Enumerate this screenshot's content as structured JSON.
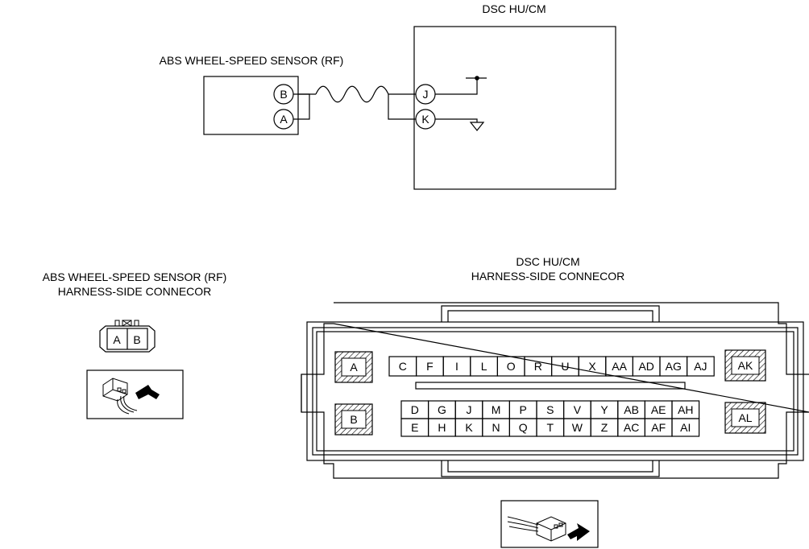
{
  "schematic": {
    "module_title": "DSC HU/CM",
    "sensor_title": "ABS WHEEL-SPEED SENSOR (RF)",
    "sensor_pins": [
      "B",
      "A"
    ],
    "module_pins": [
      "J",
      "K"
    ]
  },
  "sensor_connector": {
    "title_line1": "ABS WHEEL-SPEED SENSOR (RF)",
    "title_line2": "HARNESS-SIDE CONNECOR",
    "cells": [
      "A",
      "B"
    ]
  },
  "module_connector": {
    "title_line1": "DSC HU/CM",
    "title_line2": "HARNESS-SIDE CONNECOR",
    "big_pins": [
      "A",
      "B",
      "AK",
      "AL"
    ],
    "row1": [
      "C",
      "F",
      "I",
      "L",
      "O",
      "R",
      "U",
      "X",
      "AA",
      "AD",
      "AG",
      "AJ"
    ],
    "row2": [
      "D",
      "G",
      "J",
      "M",
      "P",
      "S",
      "V",
      "Y",
      "AB",
      "AE",
      "AH"
    ],
    "row3": [
      "E",
      "H",
      "K",
      "N",
      "Q",
      "T",
      "W",
      "Z",
      "AC",
      "AF",
      "AI"
    ]
  }
}
